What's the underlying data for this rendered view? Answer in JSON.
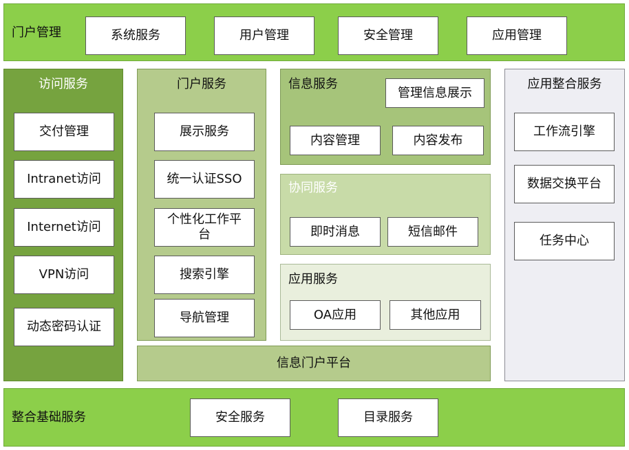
{
  "colors": {
    "top_band": "#8ccf4a",
    "access_panel": "#76a33f",
    "portal_panel": "#b5cb8c",
    "info_panel": "#a6c47a",
    "collab_panel": "#c8dba8",
    "app_panel": "#e9efdd",
    "integration_panel": "#eeeef3",
    "box_fill": "#ffffff"
  },
  "top": {
    "label": "门户管理",
    "items": [
      "系统服务",
      "用户管理",
      "安全管理",
      "应用管理"
    ]
  },
  "access": {
    "title": "访问服务",
    "items": [
      "交付管理",
      "Intranet访问",
      "Internet访问",
      "VPN访问",
      "动态密码认证"
    ]
  },
  "portal": {
    "title": "门户服务",
    "items": [
      "展示服务",
      "统一认证SSO",
      "个性化工作平台",
      "搜索引擎",
      "导航管理"
    ]
  },
  "info": {
    "title": "信息服务",
    "items": [
      "管理信息展示",
      "内容管理",
      "内容发布"
    ]
  },
  "collab": {
    "title": "协同服务",
    "items": [
      "即时消息",
      "短信邮件"
    ]
  },
  "appsvc": {
    "title": "应用服务",
    "items": [
      "OA应用",
      "其他应用"
    ]
  },
  "platform": {
    "label": "信息门户平台"
  },
  "integration": {
    "title": "应用整合服务",
    "items": [
      "工作流引擎",
      "数据交换平台",
      "任务中心"
    ]
  },
  "bottom": {
    "label": "整合基础服务",
    "items": [
      "安全服务",
      "目录服务"
    ]
  }
}
